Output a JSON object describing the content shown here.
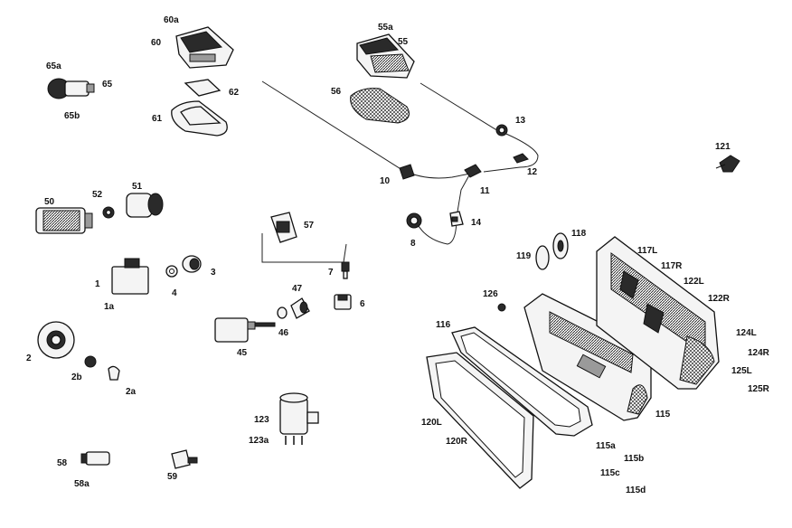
{
  "labels": {
    "l60a": "60a",
    "l60": "60",
    "l55a": "55a",
    "l55": "55",
    "l65a": "65a",
    "l65": "65",
    "l65b": "65b",
    "l62": "62",
    "l61": "61",
    "l56": "56",
    "l13": "13",
    "l121": "121",
    "l10": "10",
    "l11": "11",
    "l12": "12",
    "l50": "50",
    "l52": "52",
    "l51": "51",
    "l57": "57",
    "l14": "14",
    "l8": "8",
    "l118": "118",
    "l119": "119",
    "l117L": "117L",
    "l117R": "117R",
    "l1": "1",
    "l4": "4",
    "l3": "3",
    "l1a": "1a",
    "l7": "7",
    "l6": "6",
    "l47": "47",
    "l46": "46",
    "l45": "45",
    "l126": "126",
    "l122L": "122L",
    "l122R": "122R",
    "l116": "116",
    "l124L": "124L",
    "l124R": "124R",
    "l125L": "125L",
    "l125R": "125R",
    "l2": "2",
    "l2b": "2b",
    "l2a": "2a",
    "l115": "115",
    "l123": "123",
    "l123a": "123a",
    "l120L": "120L",
    "l120R": "120R",
    "l115a": "115a",
    "l115b": "115b",
    "l115c": "115c",
    "l115d": "115d",
    "l58": "58",
    "l58a": "58a",
    "l59": "59"
  },
  "colors": {
    "line": "#111111",
    "background": "#ffffff",
    "fill_light": "#f4f4f4",
    "fill_dark": "#2a2a2a"
  }
}
